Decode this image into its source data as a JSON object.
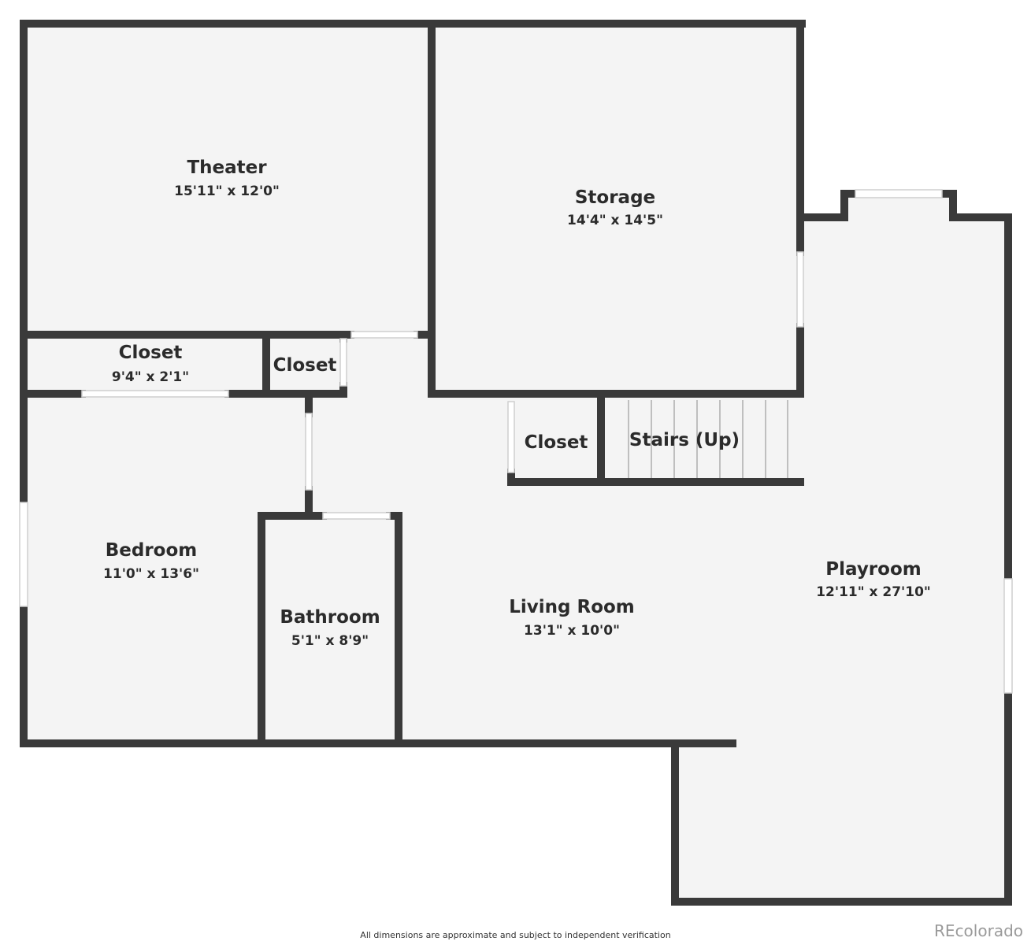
{
  "rooms": {
    "theater": {
      "name": "Theater",
      "dims": "15'11\" x 12'0\""
    },
    "storage": {
      "name": "Storage",
      "dims": "14'4\" x 14'5\""
    },
    "closet_hall": {
      "name": "Closet",
      "dims": "9'4\" x 2'1\""
    },
    "closet_small": {
      "name": "Closet"
    },
    "closet_stairs": {
      "name": "Closet"
    },
    "stairs": {
      "name": "Stairs (Up)"
    },
    "bedroom": {
      "name": "Bedroom",
      "dims": "11'0\" x 13'6\""
    },
    "bathroom": {
      "name": "Bathroom",
      "dims": "5'1\" x 8'9\""
    },
    "living_room": {
      "name": "Living Room",
      "dims": "13'1\" x 10'0\""
    },
    "playroom": {
      "name": "Playroom",
      "dims": "12'11\" x 27'10\""
    }
  },
  "footer": {
    "disclaimer": "All dimensions are approximate and subject to independent verification",
    "brand": "REcolorado"
  },
  "colors": {
    "wall": "#3a3a3a",
    "floor": "#f4f4f4",
    "opening": "#ffffff"
  }
}
